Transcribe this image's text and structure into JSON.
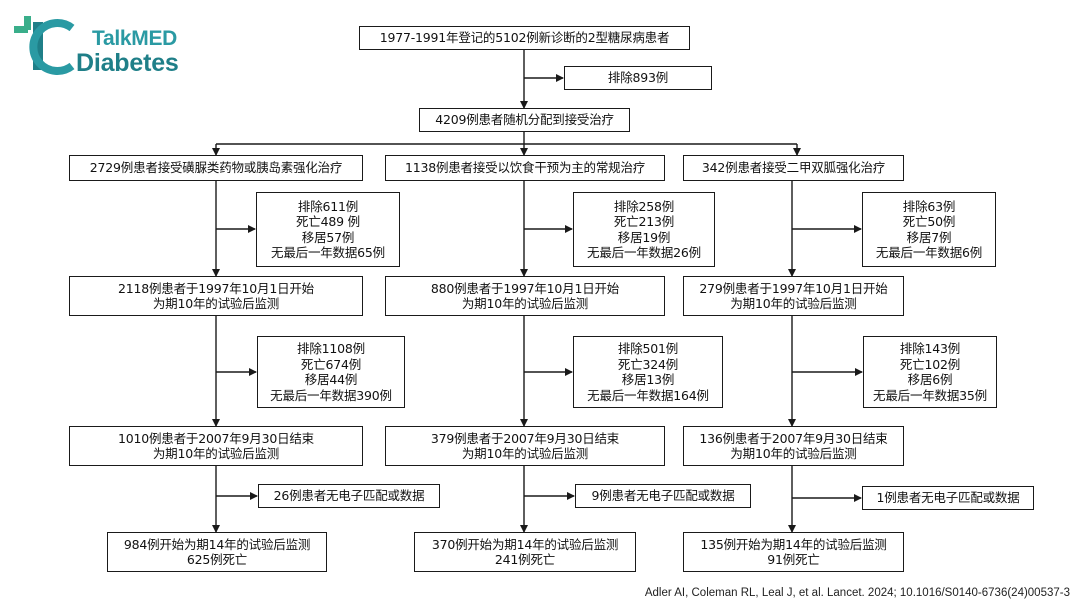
{
  "logo": {
    "brand_top": "TalkMED",
    "brand_bottom": "Diabetes",
    "colors": {
      "teal": "#2a9aa3",
      "dark_teal": "#1f7f88",
      "green": "#3aae8a"
    }
  },
  "flow": {
    "top": "1977-1991年登记的5102例新诊断的2型糖尿病患者",
    "excluded_initial": "排除893例",
    "randomized": "4209例患者随机分配到接受治疗",
    "arms": [
      {
        "allocated": "2729例患者接受磺脲类药物或胰岛素强化治疗",
        "loss_1": "排除611例\n死亡489 例\n移居57例\n无最后一年数据65例",
        "followup_start": "2118例患者于1997年10月1日开始\n为期10年的试验后监测",
        "loss_2": "排除1108例\n死亡674例\n移居44例\n无最后一年数据390例",
        "followup_end": "1010例患者于2007年9月30日结束\n为期10年的试验后监测",
        "loss_3": "26例患者无电子匹配或数据",
        "final": "984例开始为期14年的试验后监测\n625例死亡"
      },
      {
        "allocated": "1138例患者接受以饮食干预为主的常规治疗",
        "loss_1": "排除258例\n死亡213例\n移居19例\n无最后一年数据26例",
        "followup_start": "880例患者于1997年10月1日开始\n为期10年的试验后监测",
        "loss_2": "排除501例\n死亡324例\n移居13例\n无最后一年数据164例",
        "followup_end": "379例患者于2007年9月30日结束\n为期10年的试验后监测",
        "loss_3": "9例患者无电子匹配或数据",
        "final": "370例开始为期14年的试验后监测\n241例死亡"
      },
      {
        "allocated": "342例患者接受二甲双胍强化治疗",
        "loss_1": "排除63例\n死亡50例\n移居7例\n无最后一年数据6例",
        "followup_start": "279例患者于1997年10月1日开始\n为期10年的试验后监测",
        "loss_2": "排除143例\n死亡102例\n移居6例\n无最后一年数据35例",
        "followup_end": "136例患者于2007年9月30日结束\n为期10年的试验后监测",
        "loss_3": "1例患者无电子匹配或数据",
        "final": "135例开始为期14年的试验后监测\n91例死亡"
      }
    ]
  },
  "citation": "Adler AI, Coleman RL, Leal J, et al. Lancet. 2024; 10.1016/S0140-6736(24)00537-3"
}
